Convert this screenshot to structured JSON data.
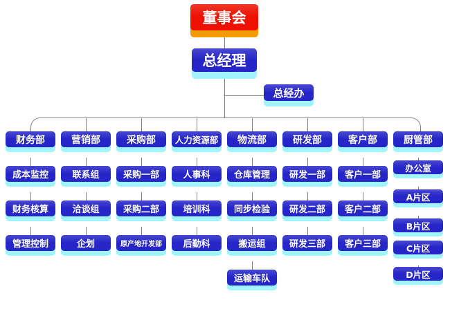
{
  "chart": {
    "title_node": {
      "label": "董事会",
      "color": "#ee1100",
      "base_color": "#f59b00"
    },
    "ceo_node": {
      "label": "总经理"
    },
    "staff_node": {
      "label": "总经办"
    },
    "colors": {
      "box": "#2626c8",
      "box_base": "#9ff4ff",
      "line": "#808080",
      "text": "#ffffff",
      "background": "#ffffff"
    },
    "departments": [
      {
        "label": "财务部",
        "children": [
          "成本监控",
          "财务核算",
          "管理控制"
        ]
      },
      {
        "label": "营销部",
        "children": [
          "联系组",
          "洽谈组",
          "企划"
        ]
      },
      {
        "label": "采购部",
        "children": [
          "采购一部",
          "采购二部",
          "原产地开发部"
        ]
      },
      {
        "label": "人力资源部",
        "children": [
          "人事科",
          "培训科",
          "后勤科"
        ]
      },
      {
        "label": "物流部",
        "children": [
          "仓库管理",
          "同步检验",
          "搬运组",
          "运输车队"
        ]
      },
      {
        "label": "研发部",
        "children": [
          "研发一部",
          "研发二部",
          "研发三部"
        ]
      },
      {
        "label": "客户部",
        "children": [
          "客户一部",
          "客户二部",
          "客户三部"
        ]
      },
      {
        "label": "厨管部",
        "children": [
          "办公室",
          "A片区",
          "B片区",
          "C片区",
          "D片区"
        ]
      }
    ]
  }
}
